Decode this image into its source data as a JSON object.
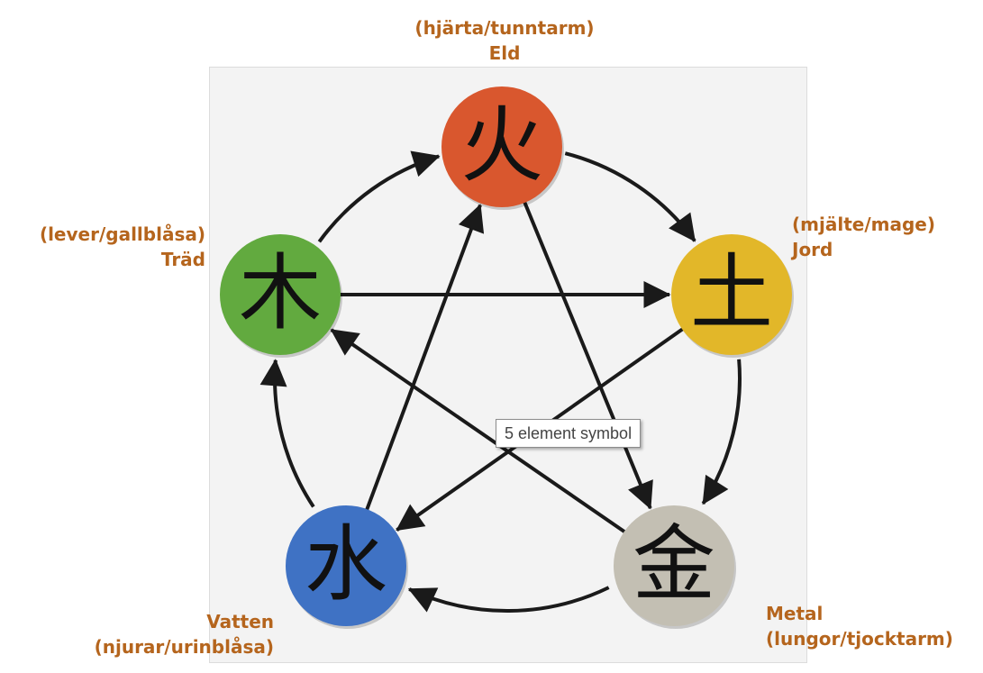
{
  "elements": [
    {
      "key": "fire",
      "char": "火",
      "color": "#d9572e",
      "organs": "(hjärta/tunntarm)",
      "name": "Eld"
    },
    {
      "key": "earth",
      "char": "土",
      "color": "#e2b729",
      "organs": "(mjälte/mage)",
      "name": "Jord"
    },
    {
      "key": "metal",
      "char": "金",
      "color": "#c3bfb3",
      "organs": "(lungor/tjocktarm)",
      "name": "Metal"
    },
    {
      "key": "water",
      "char": "水",
      "color": "#3f72c4",
      "organs": "(njurar/urinblåsa)",
      "name": "Vatten"
    },
    {
      "key": "wood",
      "char": "木",
      "color": "#62aa3f",
      "organs": "(lever/gallblåsa)",
      "name": "Träd"
    }
  ],
  "label_color": "#b5651d",
  "tooltip": "5 element symbol",
  "generating_cycle": [
    [
      "wood",
      "fire"
    ],
    [
      "fire",
      "earth"
    ],
    [
      "earth",
      "metal"
    ],
    [
      "metal",
      "water"
    ],
    [
      "water",
      "wood"
    ]
  ],
  "controlling_cycle": [
    [
      "wood",
      "earth"
    ],
    [
      "earth",
      "water"
    ],
    [
      "water",
      "fire"
    ],
    [
      "fire",
      "metal"
    ],
    [
      "metal",
      "wood"
    ]
  ]
}
